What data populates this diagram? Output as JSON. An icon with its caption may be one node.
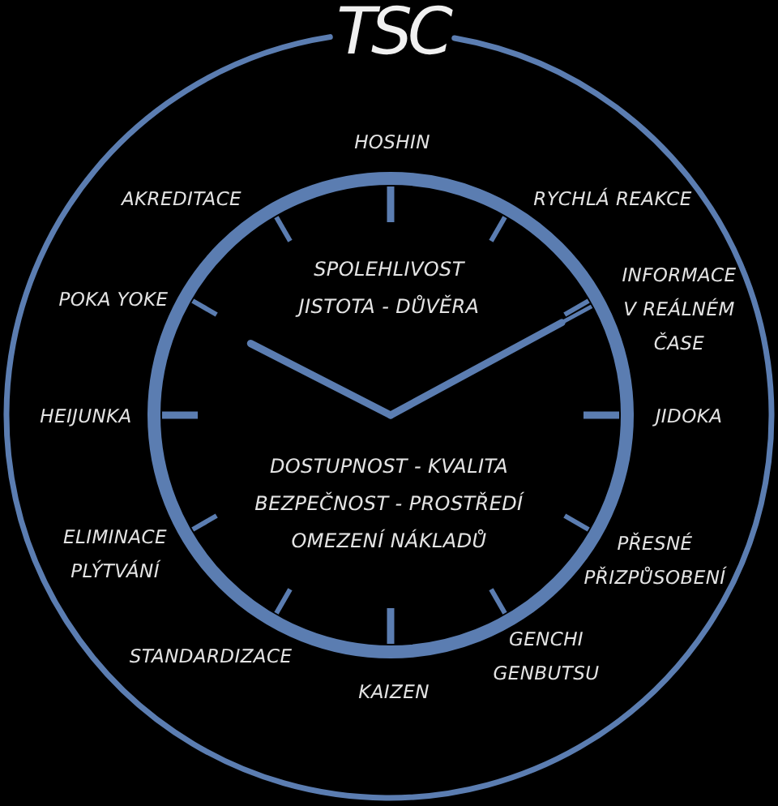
{
  "diagram": {
    "title": "TSC",
    "nodes": [
      {
        "text": [],
        "shape": "circle"
      },
      {
        "text": [
          "SPOLEHLIVOST JISTOTA - DŮVĚRA",
          "DOSTUPNOST - KVALITA BEZPEČNOST - PROSTŘEDÍ OMEZENÍ NÁKLADŮ"
        ],
        "in": 0
      }
    ],
    "labels": [
      "HOSHIN",
      "AKREDITACE",
      "RYCHLÁ REAKCE",
      "POKA YOKE",
      "INFORMACE V REÁLNÉM ČASE",
      "HEIJUNKA",
      "JIDOKA",
      "ELIMINACE PLÝTVÁNÍ",
      "PŘESNÉ PŘIZPŮSOBENÍ",
      "STANDARDIZACE",
      "GENCHI GENBUTSU",
      "KAIZEN"
    ]
  }
}
